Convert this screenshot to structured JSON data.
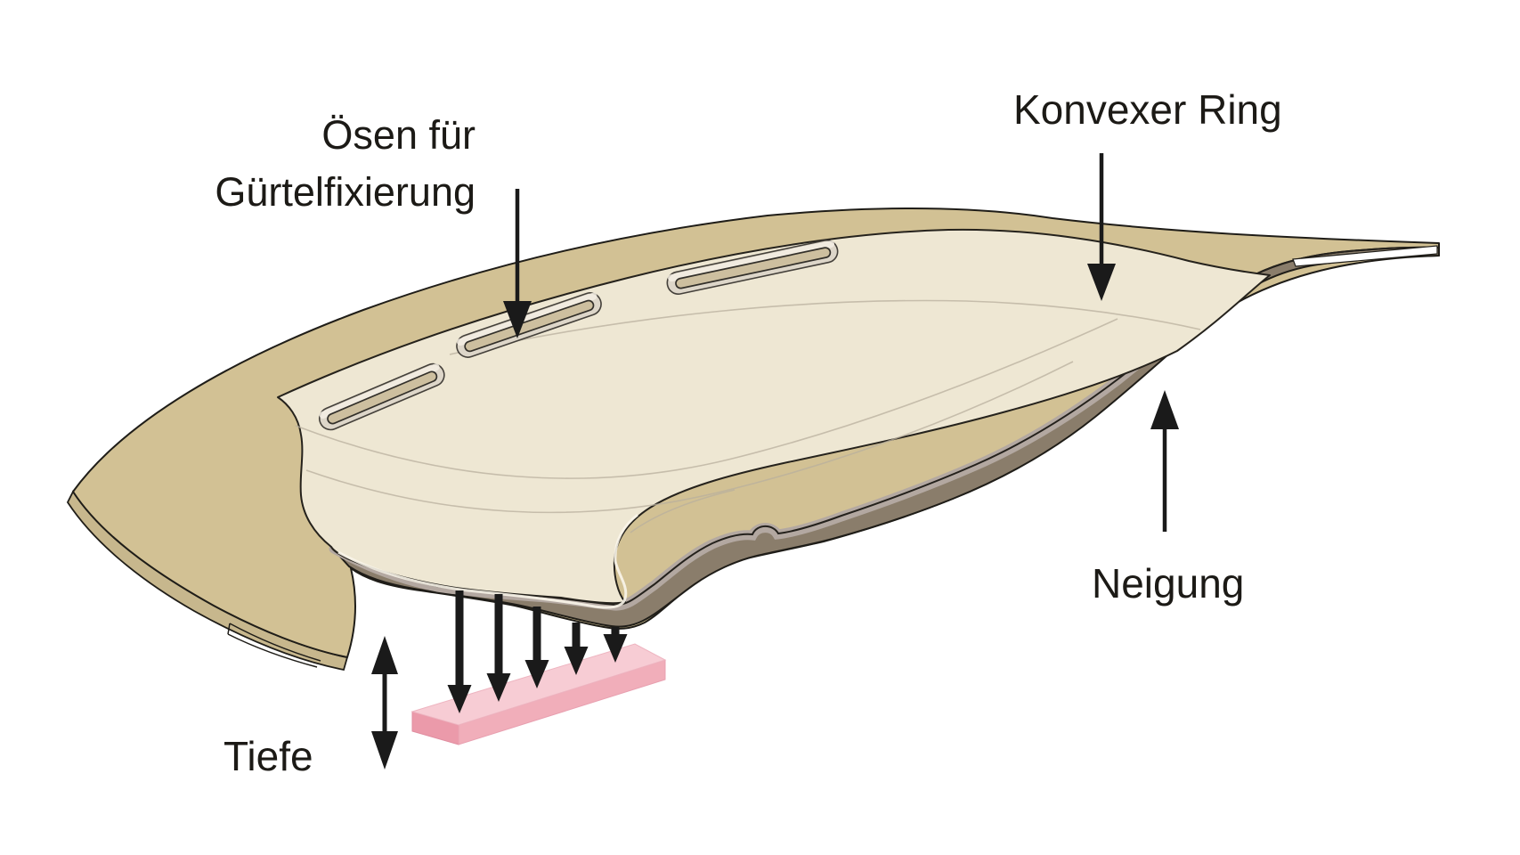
{
  "figure": {
    "background": "#ffffff",
    "labels": {
      "eyelets_line1": "Ösen für",
      "eyelets_line2": "Gürtelfixierung",
      "convex_ring": "Konvexer Ring",
      "inclination": "Neigung",
      "depth": "Tiefe"
    },
    "colors": {
      "base_tan": "#d2c194",
      "base_edge_tan": "#c7b78d",
      "shell_cream": "#eee7d3",
      "rim_dark": "#8a7d6b",
      "rim_light": "#b3a8a1",
      "slot_face": "#ddd6c9",
      "slot_inner": "#cdbf9f",
      "bar_pink_top": "#f7ccd4",
      "bar_pink_front": "#f1aeba",
      "bar_pink_end": "#eb9aaa",
      "ink": "#1f1d18"
    }
  }
}
